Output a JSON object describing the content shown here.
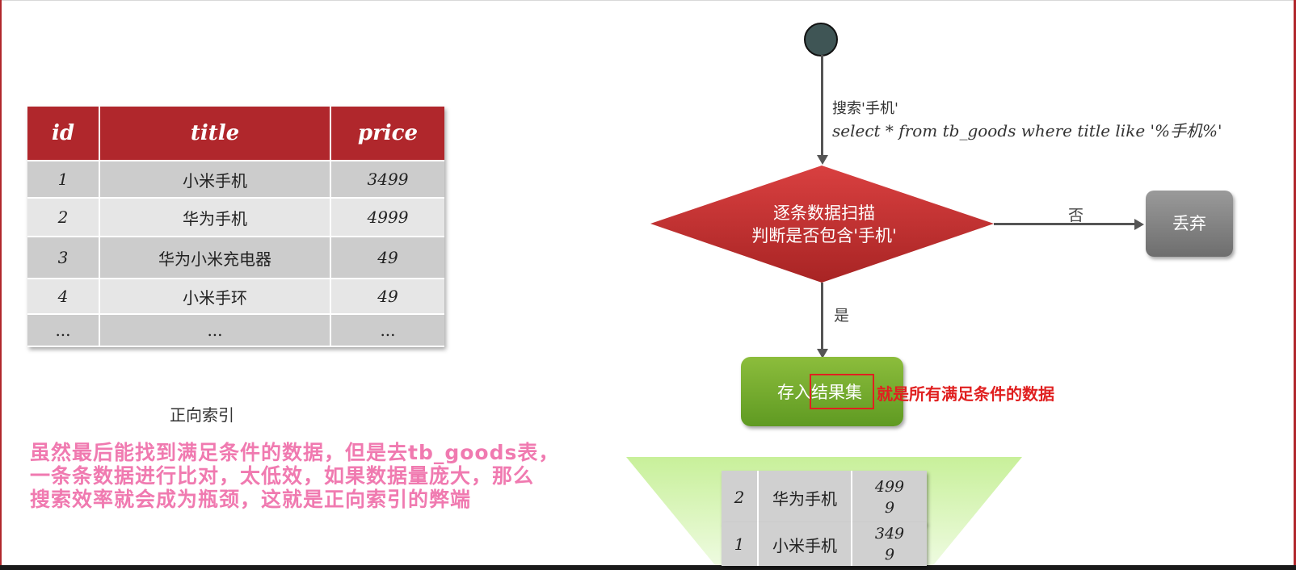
{
  "index_table": {
    "headers": {
      "id": "id",
      "title": "title",
      "price": "price"
    },
    "rows": [
      {
        "id": "1",
        "title": "小米手机",
        "price": "3499"
      },
      {
        "id": "2",
        "title": "华为手机",
        "price": "4999"
      },
      {
        "id": "3",
        "title": "华为小米充电器",
        "price": "49"
      },
      {
        "id": "4",
        "title": "小米手环",
        "price": "49"
      },
      {
        "id": "...",
        "title": "...",
        "price": "..."
      }
    ]
  },
  "caption": "正向索引",
  "note": {
    "line1": "虽然最后能找到满足条件的数据，但是去tb_goods表，",
    "line2": "一条条数据进行比对，太低效，如果数据量庞大，那么",
    "line3": "搜索效率就会成为瓶颈，这就是正向索引的弊端"
  },
  "flow": {
    "search_label": "搜索'手机'",
    "sql": "select * from tb_goods where title like '%手机%'",
    "decision_line1": "逐条数据扫描",
    "decision_line2": "判断是否包含'手机'",
    "no_label": "否",
    "yes_label": "是",
    "discard": "丢弃",
    "store_prefix": "存入",
    "store_highlight": "结果集",
    "result_note": "就是所有满足条件的数据"
  },
  "result_rows": [
    {
      "id": "2",
      "title": "华为手机",
      "price_line1": "499",
      "price_line2": "9"
    },
    {
      "id": "1",
      "title": "小米手机",
      "price_line1": "349",
      "price_line2": "9"
    }
  ],
  "colors": {
    "accent_red": "#b0272c",
    "decision_red": "#c8302f",
    "green": "#7aaf2e",
    "gray_box": "#888888",
    "note_pink": "#f07ab0",
    "funnel_green": "#d4f5b0"
  }
}
